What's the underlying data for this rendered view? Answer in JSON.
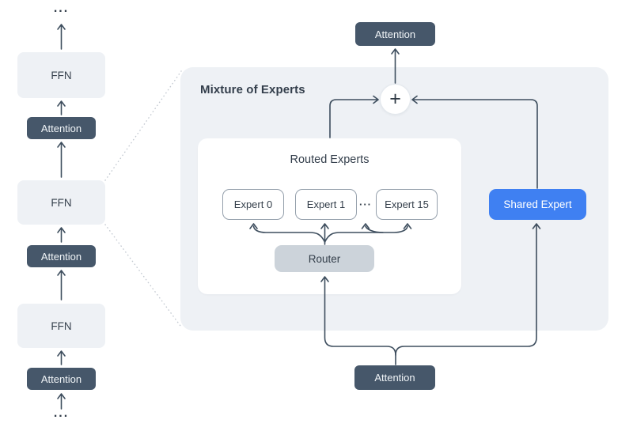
{
  "diagram": {
    "panel_title": "Mixture of Experts",
    "left_stack": {
      "ellipsis_top": "...",
      "ellipsis_bottom": "...",
      "blocks": [
        {
          "label": "FFN"
        },
        {
          "label": "Attention"
        },
        {
          "label": "FFN"
        },
        {
          "label": "Attention"
        },
        {
          "label": "FFN"
        },
        {
          "label": "Attention"
        }
      ]
    },
    "top_block": {
      "label": "Attention"
    },
    "bottom_block": {
      "label": "Attention"
    },
    "sum_symbol": "+",
    "routed_experts": {
      "title": "Routed Experts",
      "experts": [
        {
          "label": "Expert 0"
        },
        {
          "label": "Expert 1"
        },
        {
          "label": "Expert 15"
        }
      ],
      "ellipsis": "···",
      "router": {
        "label": "Router"
      }
    },
    "shared_expert": {
      "label": "Shared Expert"
    }
  },
  "colors": {
    "dark_block": "#46576a",
    "light_block": "#eef1f5",
    "panel_background": "#eef1f5",
    "router_fill": "#ccd3da",
    "shared_expert_blue": "#3f80f2",
    "wire": "#3e4e5e",
    "dotted_line": "#c3c9d1",
    "expert_border": "#95a0ac",
    "text_dark": "#333e4a",
    "text_on_dark": "#f1f5f8"
  }
}
